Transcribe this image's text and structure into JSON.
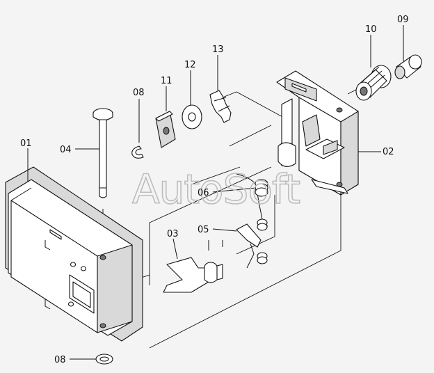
{
  "watermark": "AutoSoft",
  "callouts": {
    "c01": "01",
    "c02": "02",
    "c03": "03",
    "c04": "04",
    "c05": "05",
    "c06": "06",
    "c08_top": "08",
    "c08_bottom": "08",
    "c09": "09",
    "c10": "10",
    "c11": "11",
    "c12": "12",
    "c13": "13"
  }
}
